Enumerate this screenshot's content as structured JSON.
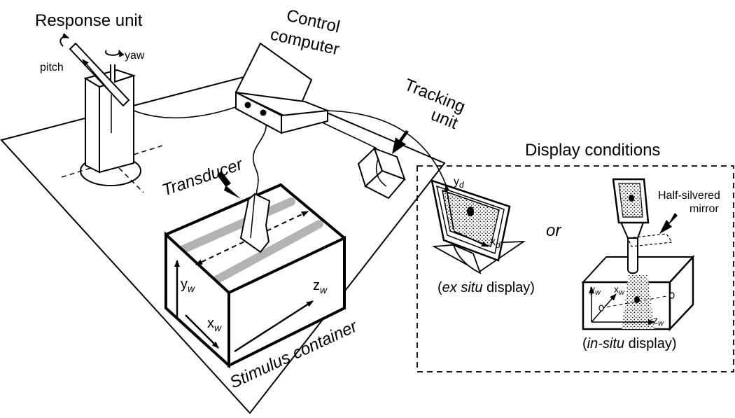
{
  "labels": {
    "response_unit": "Response unit",
    "pitch": "pitch",
    "yaw": "yaw",
    "control_line1": "Control",
    "control_line2": "computer",
    "tracking_line1": "Tracking",
    "tracking_line2": "unit",
    "display_conditions": "Display conditions",
    "transducer": "Transducer",
    "stimulus_container": "Stimulus container",
    "or": "or",
    "half_silvered_line1": "Half-silvered",
    "half_silvered_line2": "mirror",
    "ex_situ_open": "(",
    "ex_situ_ital": "ex situ",
    "ex_situ_rest": " display)",
    "in_situ_open": "(",
    "in_situ_ital": "in-situ",
    "in_situ_rest": " display)"
  },
  "axes": {
    "y": "y",
    "x": "x",
    "z": "z",
    "world_sub": "w",
    "display_sub": "d"
  },
  "colors": {
    "ink": "#000000",
    "paper": "#ffffff",
    "stripe": "#b3b3b3"
  }
}
